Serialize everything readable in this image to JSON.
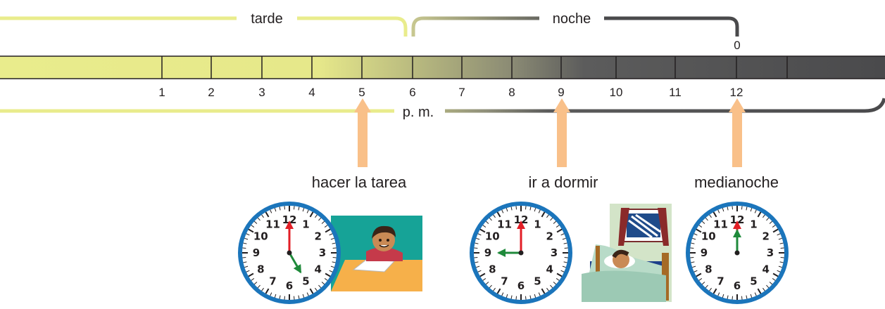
{
  "period_labels": {
    "afternoon": "tarde",
    "night": "noche",
    "pm": "p. m."
  },
  "timeline": {
    "hour_labels": [
      "1",
      "2",
      "3",
      "4",
      "5",
      "6",
      "7",
      "8",
      "9",
      "10",
      "11",
      "12"
    ],
    "midnight_zero": "0"
  },
  "events": [
    {
      "label": "hacer la tarea",
      "hour": 5,
      "minute": 0,
      "scene": "homework"
    },
    {
      "label": "ir a dormir",
      "hour": 9,
      "minute": 0,
      "scene": "sleeping"
    },
    {
      "label": "medianoche",
      "hour": 12,
      "minute": 0,
      "scene": "none"
    }
  ],
  "clock_numerals": [
    "12",
    "1",
    "2",
    "3",
    "4",
    "5",
    "6",
    "7",
    "8",
    "9",
    "10",
    "11"
  ],
  "colors": {
    "afternoon": "#e9ec8c",
    "night": "#4a4a4c",
    "arrow": "#f9c089",
    "clock_rim": "#1b75bb",
    "minute_hand": "#e21e26",
    "hour_hand": "#1f8a3b"
  }
}
